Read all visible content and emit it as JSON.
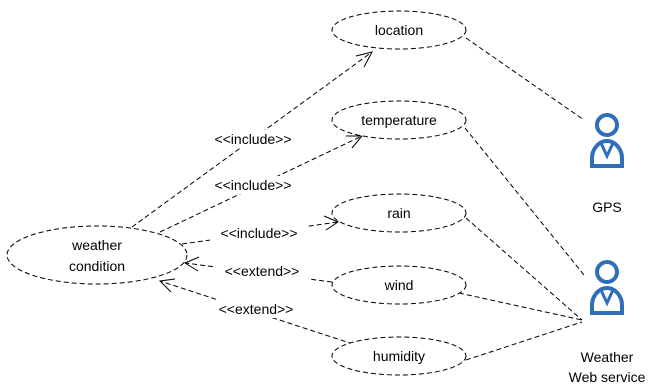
{
  "colors": {
    "actor": "#2E6FB7",
    "line": "#000000",
    "background": "#ffffff"
  },
  "use_cases": {
    "weather_condition": [
      "weather",
      "condition"
    ],
    "location": "location",
    "temperature": "temperature",
    "rain": "rain",
    "wind": "wind",
    "humidity": "humidity"
  },
  "actors": {
    "gps": [
      "GPS"
    ],
    "weather_web_service": [
      "Weather",
      "Web service"
    ]
  },
  "relationships": [
    {
      "stereotype": "<<include>>",
      "from": "weather condition",
      "to": "location"
    },
    {
      "stereotype": "<<include>>",
      "from": "weather condition",
      "to": "temperature"
    },
    {
      "stereotype": "<<include>>",
      "from": "weather condition",
      "to": "rain"
    },
    {
      "stereotype": "<<extend>>",
      "from": "wind",
      "to": "weather condition"
    },
    {
      "stereotype": "<<extend>>",
      "from": "humidity",
      "to": "weather condition"
    }
  ],
  "associations": [
    {
      "actor": "GPS",
      "use_case": "location"
    },
    {
      "actor": "Weather Web service",
      "use_case": "temperature"
    },
    {
      "actor": "Weather Web service",
      "use_case": "rain"
    },
    {
      "actor": "Weather Web service",
      "use_case": "wind"
    },
    {
      "actor": "Weather Web service",
      "use_case": "humidity"
    }
  ]
}
